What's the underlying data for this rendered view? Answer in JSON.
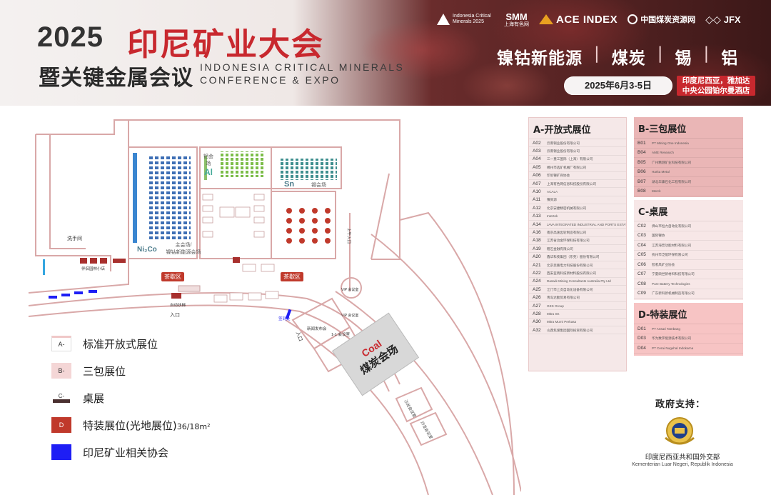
{
  "header": {
    "year": "2025",
    "title": "印尼矿业大会",
    "subtitle": "暨关键金属会议",
    "english_line1": "INDONESIA CRITICAL MINERALS",
    "english_line2": "CONFERENCE & EXPO",
    "logos": {
      "icm": "Indonesia Critical Minerals 2025",
      "smm": "SMM",
      "smm_cn": "上海有色网",
      "ace": "ACE INDEX",
      "coal": "中国煤炭资源网",
      "jfx": "JFX"
    },
    "metals": [
      "镍钴新能源",
      "煤炭",
      "锡",
      "铝"
    ],
    "date": "2025年6月3-5日",
    "venue_line1": "印度尼西亚，雅加达",
    "venue_line2": "中央公园铂尔曼酒店"
  },
  "map": {
    "main_hall_top": "主会场/",
    "main_hall_bottom": "镍钴新能源会场",
    "ni_co_tag": "Ni₂Co",
    "ai_room": "铝会场",
    "ai_tag": "Al",
    "sn_room": "锡会场",
    "sn_tag": "Sn",
    "tea_area_1": "茶歇区",
    "tea_area_2": "茶歇区",
    "restroom": "洗手间",
    "smoking_area": "伴侣园林小店",
    "entrance_1": "入口",
    "entrance_2": "入口",
    "auto_check": "自动扶梯",
    "vip_room_1": "VIP 会议室",
    "vip_room_2": "VIP 会议室",
    "one_on_one": "1-1 会议室",
    "press_room": "新闻发布会",
    "registration": "签到处",
    "ballroom_note": "上午入口",
    "coal_en": "Coal",
    "coal_cn": "煤炭会场",
    "lounge_1": "沙龙会议室",
    "lounge_2": "沙龙会议室"
  },
  "legend": [
    {
      "swatch_label": "A-",
      "text": "标准开放式展位"
    },
    {
      "swatch_label": "B-",
      "text": "三包展位"
    },
    {
      "swatch_label": "C-",
      "text": "桌展"
    },
    {
      "swatch_label": "D",
      "text": "特装展位(光地展位)",
      "unit": "36/18m²"
    },
    {
      "swatch_label": "",
      "text": "印尼矿业相关协会"
    }
  ],
  "section_a": {
    "title": "A-开放式展位",
    "rows": [
      {
        "code": "A02",
        "name": "云南铜业股份有限公司"
      },
      {
        "code": "A03",
        "name": "云南锡业股份有限公司"
      },
      {
        "code": "A04",
        "name": "三一重工国际（上海）有限公司"
      },
      {
        "code": "A05",
        "name": "郴州市选矿机械厂有限公司"
      },
      {
        "code": "A06",
        "name": "印尼镍矿商协会"
      },
      {
        "code": "A07",
        "name": "上海有色网信息科技股份有限公司"
      },
      {
        "code": "A10",
        "name": "ACALA"
      },
      {
        "code": "A11",
        "name": "镍资源"
      },
      {
        "code": "A12",
        "name": "北京安捷精密机械有限公司"
      },
      {
        "code": "A13",
        "name": "Intertek"
      },
      {
        "code": "A14",
        "name": "JAVA INTEGRATED INDUSTRIAL AND PORTS ESTATE"
      },
      {
        "code": "A16",
        "name": "南京高速齿轮制造有限公司"
      },
      {
        "code": "A18",
        "name": "江苏省冶金环保科技有限公司"
      },
      {
        "code": "A19",
        "name": "磐石金融有限公司"
      },
      {
        "code": "A20",
        "name": "鑫华科技集团（东莞）股份有限公司"
      },
      {
        "code": "A21",
        "name": "北京思路电力科技股份有限公司"
      },
      {
        "code": "A22",
        "name": "西安蓝晓科技新材料股份有限公司"
      },
      {
        "code": "A24",
        "name": "Daswik Mining Consultants Australia Pty Ltd"
      },
      {
        "code": "A25",
        "name": "江门市上虎自动化设备有限公司"
      },
      {
        "code": "A26",
        "name": "青岛达勤贸易有限公司"
      },
      {
        "code": "A27",
        "name": "GES Group"
      },
      {
        "code": "A28",
        "name": "Mitra SK"
      },
      {
        "code": "A30",
        "name": "Mitra Murni Perkasa"
      },
      {
        "code": "A32",
        "name": "山西焦煤集团国际投资有限公司"
      }
    ]
  },
  "section_b": {
    "title": "B-三包展位",
    "rows": [
      {
        "code": "B01",
        "name": "PT Mining One Indonesia"
      },
      {
        "code": "B04",
        "name": "AME Research"
      },
      {
        "code": "B05",
        "name": "广州精测矿业科技有限公司"
      },
      {
        "code": "B06",
        "name": "Harita Metal"
      },
      {
        "code": "B07",
        "name": "湖北华康石化工程有限公司"
      },
      {
        "code": "B08",
        "name": "Merck"
      }
    ]
  },
  "section_c": {
    "title": "C-桌展",
    "rows": [
      {
        "code": "C02",
        "name": "佛山市恒力自动化有限公司"
      },
      {
        "code": "C03",
        "name": "国际镍协"
      },
      {
        "code": "C04",
        "name": "江苏海普功能材料有限公司"
      },
      {
        "code": "C05",
        "name": "杭州市泛能环保有限公司"
      },
      {
        "code": "C06",
        "name": "智者风矿业协会"
      },
      {
        "code": "C07",
        "name": "宁夏硕世新材料科技有限公司"
      },
      {
        "code": "C08",
        "name": "Pure Battery Technologies"
      },
      {
        "code": "C09",
        "name": "广东新科新机械制造有限公司"
      }
    ]
  },
  "section_d": {
    "title": "D-特装展位",
    "rows": [
      {
        "code": "D01",
        "name": "PT Ansari Tambang"
      },
      {
        "code": "D03",
        "name": "华为数字能源技术有限公司"
      },
      {
        "code": "D04",
        "name": "PT Cerai Nuguhal Indokarna"
      }
    ]
  },
  "government": {
    "title": "政府支持：",
    "name_cn": "印度尼西亚共和国外交部",
    "name_local": "Kementerian Luar Negeri, Republik Indonesia"
  },
  "colors": {
    "brand_red": "#c8282e",
    "section_a_bg": "#f5e8e8",
    "section_b_bg": "#eab6b6",
    "section_d_bg": "#f7c4c4",
    "association_blue": "#1e1ef5"
  }
}
